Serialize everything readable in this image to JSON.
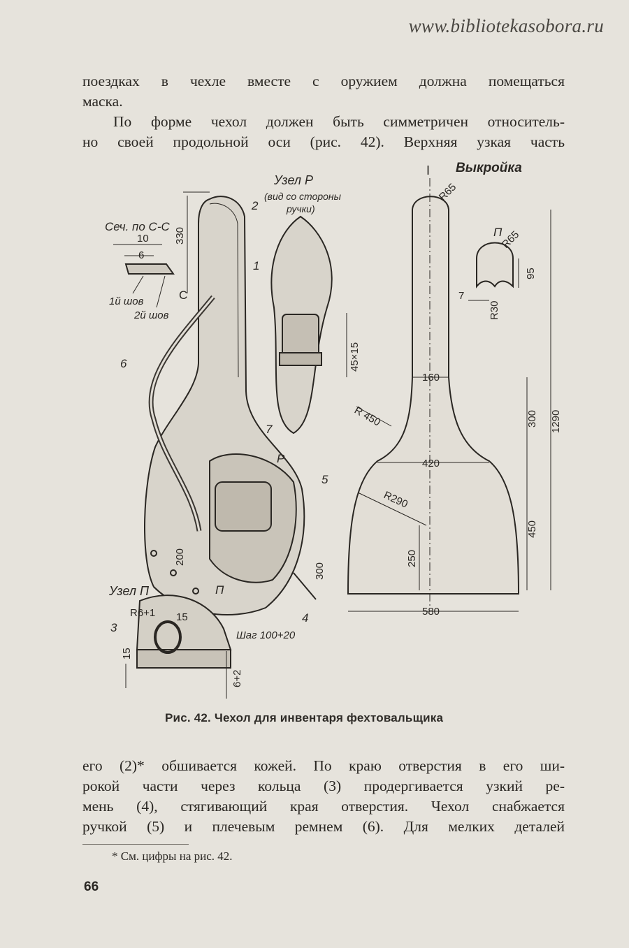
{
  "watermark": "www.bibliotekasobora.ru",
  "text_top": [
    "поездках в чехле вместе с оружием должна помещаться",
    "маска.",
    "По форме чехол должен быть симметричен относитель-",
    "но своей продольной оси (рис. 42). Верхняя узкая часть"
  ],
  "text_bottom": [
    "его (2)* обшивается кожей. По краю отверстия в его ши-",
    "рокой части через кольца (3) продергивается узкий ре-",
    "мень (4), стягивающий края отверстия. Чехол снабжается",
    "ручкой (5) и плечевым ремнем (6). Для мелких деталей"
  ],
  "figure": {
    "section_title": "Сеч. по С-С",
    "section_dims": [
      "10",
      "6"
    ],
    "seam1": "1й шов",
    "seam2": "2й шов",
    "label_c": "С",
    "node_p_title": "Узел Р",
    "node_p_sub1": "(вид со стороны",
    "node_p_sub2": "ручки)",
    "node_p_dim": "45×15",
    "node_n_title": "Узел П",
    "node_n_dims": [
      "R6+1",
      "15",
      "15",
      "6+2"
    ],
    "callouts": [
      "1",
      "2",
      "3",
      "4",
      "5",
      "6",
      "7"
    ],
    "callout_p": "Р",
    "callout_n": "П",
    "main_dims": [
      "330",
      "200",
      "300"
    ],
    "step_label": "Шаг 100+20",
    "pattern_title": "Выкройка",
    "pattern_axis": "I",
    "pattern_detail": "П",
    "pattern_dims": [
      "R65",
      "R65",
      "95",
      "7",
      "R30",
      "160",
      "R 450",
      "300",
      "1290",
      "420",
      "R290",
      "450",
      "250",
      "580"
    ]
  },
  "caption": "Рис. 42. Чехол для инвентаря фехтовальщика",
  "footnote": "* См. цифры на рис. 42.",
  "page_number": "66"
}
